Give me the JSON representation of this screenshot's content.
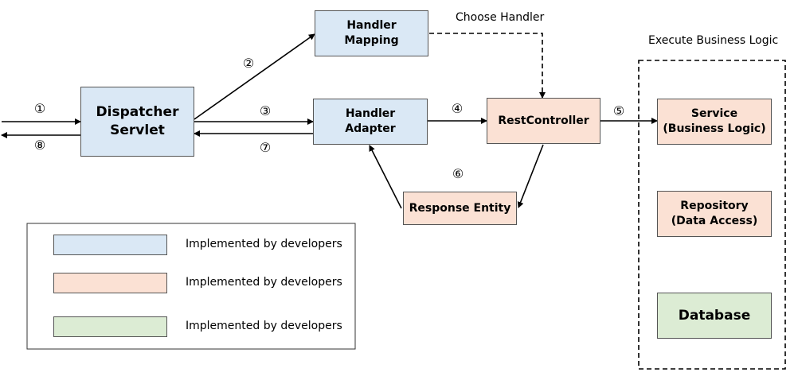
{
  "labels": {
    "choose_handler": "Choose Handler",
    "execute_business_logic": "Execute Business Logic"
  },
  "nodes": {
    "dispatcher_servlet": "Dispatcher\nServlet",
    "handler_mapping": "Handler\nMapping",
    "handler_adapter": "Handler\nAdapter",
    "rest_controller": "RestController",
    "response_entity": "Response Entity",
    "service": "Service\n(Business Logic)",
    "repository": "Repository\n(Data Access)",
    "database": "Database"
  },
  "steps": {
    "s1": "①",
    "s2": "②",
    "s3": "③",
    "s4": "④",
    "s5": "⑤",
    "s6": "⑥",
    "s7": "⑦",
    "s8": "⑧"
  },
  "legend": [
    {
      "color": "#dae8f5",
      "text": "Implemented by developers"
    },
    {
      "color": "#fbe1d4",
      "text": "Implemented by developers"
    },
    {
      "color": "#dcecd4",
      "text": "Implemented by developers"
    }
  ]
}
